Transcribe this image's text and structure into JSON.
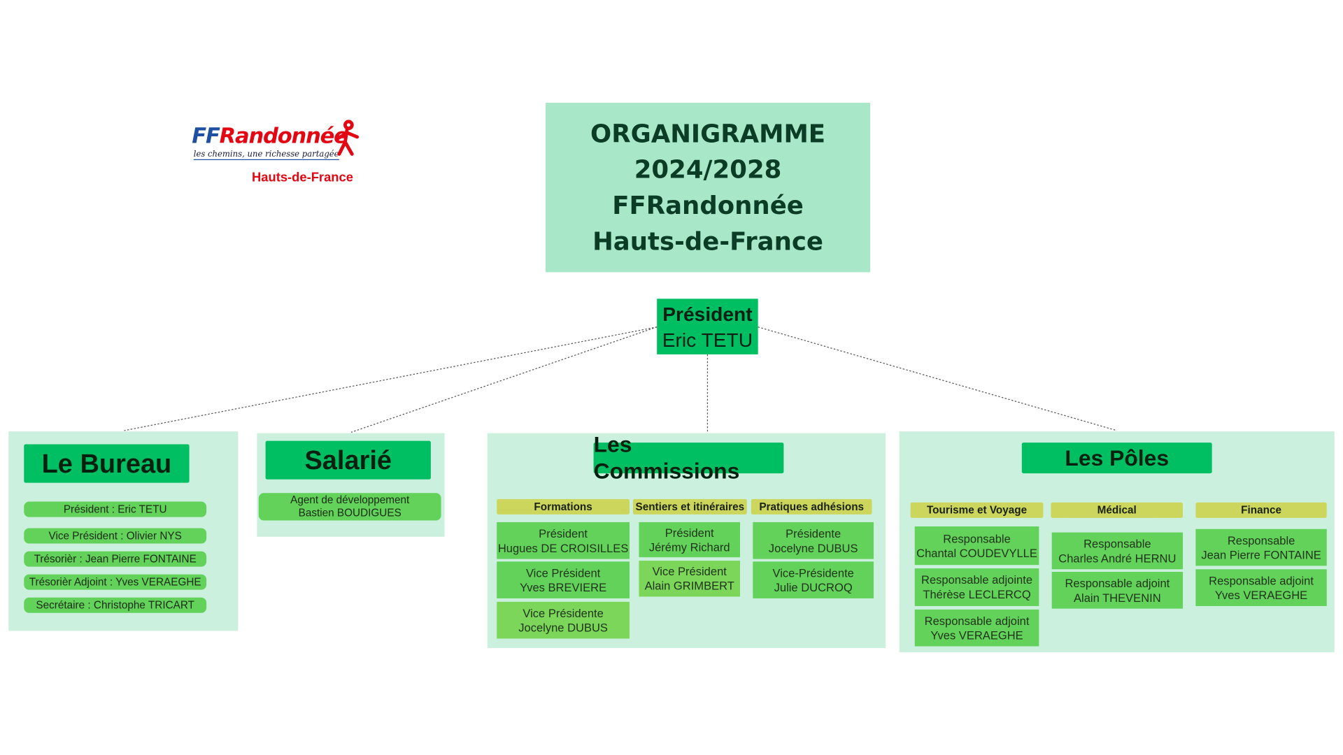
{
  "logo": {
    "brand_ff": "FF",
    "brand_name": "Randonnée",
    "tagline": "les chemins, une richesse partagée",
    "region": "Hauts-de-France",
    "icon": "walker-icon",
    "colors": {
      "blue": "#1e4fa0",
      "red": "#e30613"
    }
  },
  "title": {
    "lines": [
      "ORGANIGRAMME",
      "2024/2028",
      "FFRandonnée",
      "Hauts-de-France"
    ]
  },
  "president": {
    "role": "Président",
    "name": "Eric TETU"
  },
  "bureau": {
    "title": "Le Bureau",
    "items": [
      "Président : Eric TETU",
      "Vice Président : Olivier NYS",
      "Trésorièr : Jean Pierre FONTAINE",
      "Trésorièr Adjoint : Yves VERAEGHE",
      "Secrétaire : Christophe TRICART"
    ]
  },
  "salarie": {
    "title": "Salarié",
    "items": [
      {
        "role": "Agent de développement",
        "name": "Bastien BOUDIGUES"
      }
    ]
  },
  "commissions": {
    "title": "Les Commissions",
    "groups": [
      {
        "name": "Formations",
        "members": [
          {
            "role": "Président",
            "name": "Hugues DE CROISILLES"
          },
          {
            "role": "Vice Président",
            "name": "Yves BREVIERE"
          },
          {
            "role": "Vice Présidente",
            "name": "Jocelyne DUBUS"
          }
        ]
      },
      {
        "name": "Sentiers et itinéraires",
        "members": [
          {
            "role": "Président",
            "name": "Jérémy Richard"
          },
          {
            "role": "Vice Président",
            "name": "Alain GRIMBERT"
          }
        ]
      },
      {
        "name": "Pratiques adhésions",
        "members": [
          {
            "role": "Présidente",
            "name": "Jocelyne DUBUS"
          },
          {
            "role": "Vice-Présidente",
            "name": "Julie DUCROQ"
          }
        ]
      }
    ]
  },
  "poles": {
    "title": "Les Pôles",
    "groups": [
      {
        "name": "Tourisme et Voyage",
        "members": [
          {
            "role": "Responsable",
            "name": "Chantal COUDEVYLLE"
          },
          {
            "role": "Responsable adjointe",
            "name": "Thérèse LECLERCQ"
          },
          {
            "role": "Responsable adjoint",
            "name": "Yves VERAEGHE"
          }
        ]
      },
      {
        "name": "Médical",
        "members": [
          {
            "role": "Responsable",
            "name": "Charles André HERNU"
          },
          {
            "role": "Responsable adjoint",
            "name": "Alain THEVENIN"
          }
        ]
      },
      {
        "name": "Finance",
        "members": [
          {
            "role": "Responsable",
            "name": "Jean Pierre FONTAINE"
          },
          {
            "role": "Responsable adjoint",
            "name": "Yves VERAEGHE"
          }
        ]
      }
    ]
  }
}
